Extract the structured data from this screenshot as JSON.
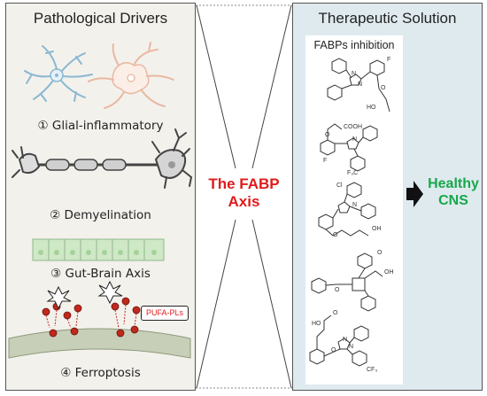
{
  "left_panel": {
    "title": "Pathological Drivers",
    "drivers": [
      {
        "label": "① Glial-inflammatory"
      },
      {
        "label": "② Demyelination"
      },
      {
        "label": "③ Gut-Brain Axis"
      },
      {
        "label": "④ Ferroptosis"
      }
    ],
    "pufa_label": "PUFA-PLs"
  },
  "center": {
    "title_line1": "The FABP",
    "title_line2": "Axis"
  },
  "right_panel": {
    "title": "Therapeutic Solution",
    "card_title": "FABPs inhibition",
    "molecules": [
      {
        "labels": [
          "F",
          "HO",
          "O",
          "N",
          "N"
        ]
      },
      {
        "labels": [
          "COOH",
          "O",
          "N",
          "F",
          "F₃C"
        ]
      },
      {
        "labels": [
          "Cl",
          "N",
          "O",
          "OH"
        ]
      },
      {
        "labels": [
          "O",
          "OH",
          "O"
        ]
      },
      {
        "labels": [
          "O",
          "HO",
          "O",
          "N",
          "N",
          "CF₃"
        ]
      }
    ]
  },
  "outcome": {
    "line1": "Healthy",
    "line2": "CNS"
  },
  "colors": {
    "accent_red": "#e01b1b",
    "accent_green": "#17a84a",
    "left_bg": "#f3f1ec",
    "right_bg": "#dfeaef",
    "astrocyte": "#8bb8d2",
    "microglia": "#e9b8a2",
    "gut_cells": "#cfe8c6",
    "lipid_head": "#c0281c"
  }
}
